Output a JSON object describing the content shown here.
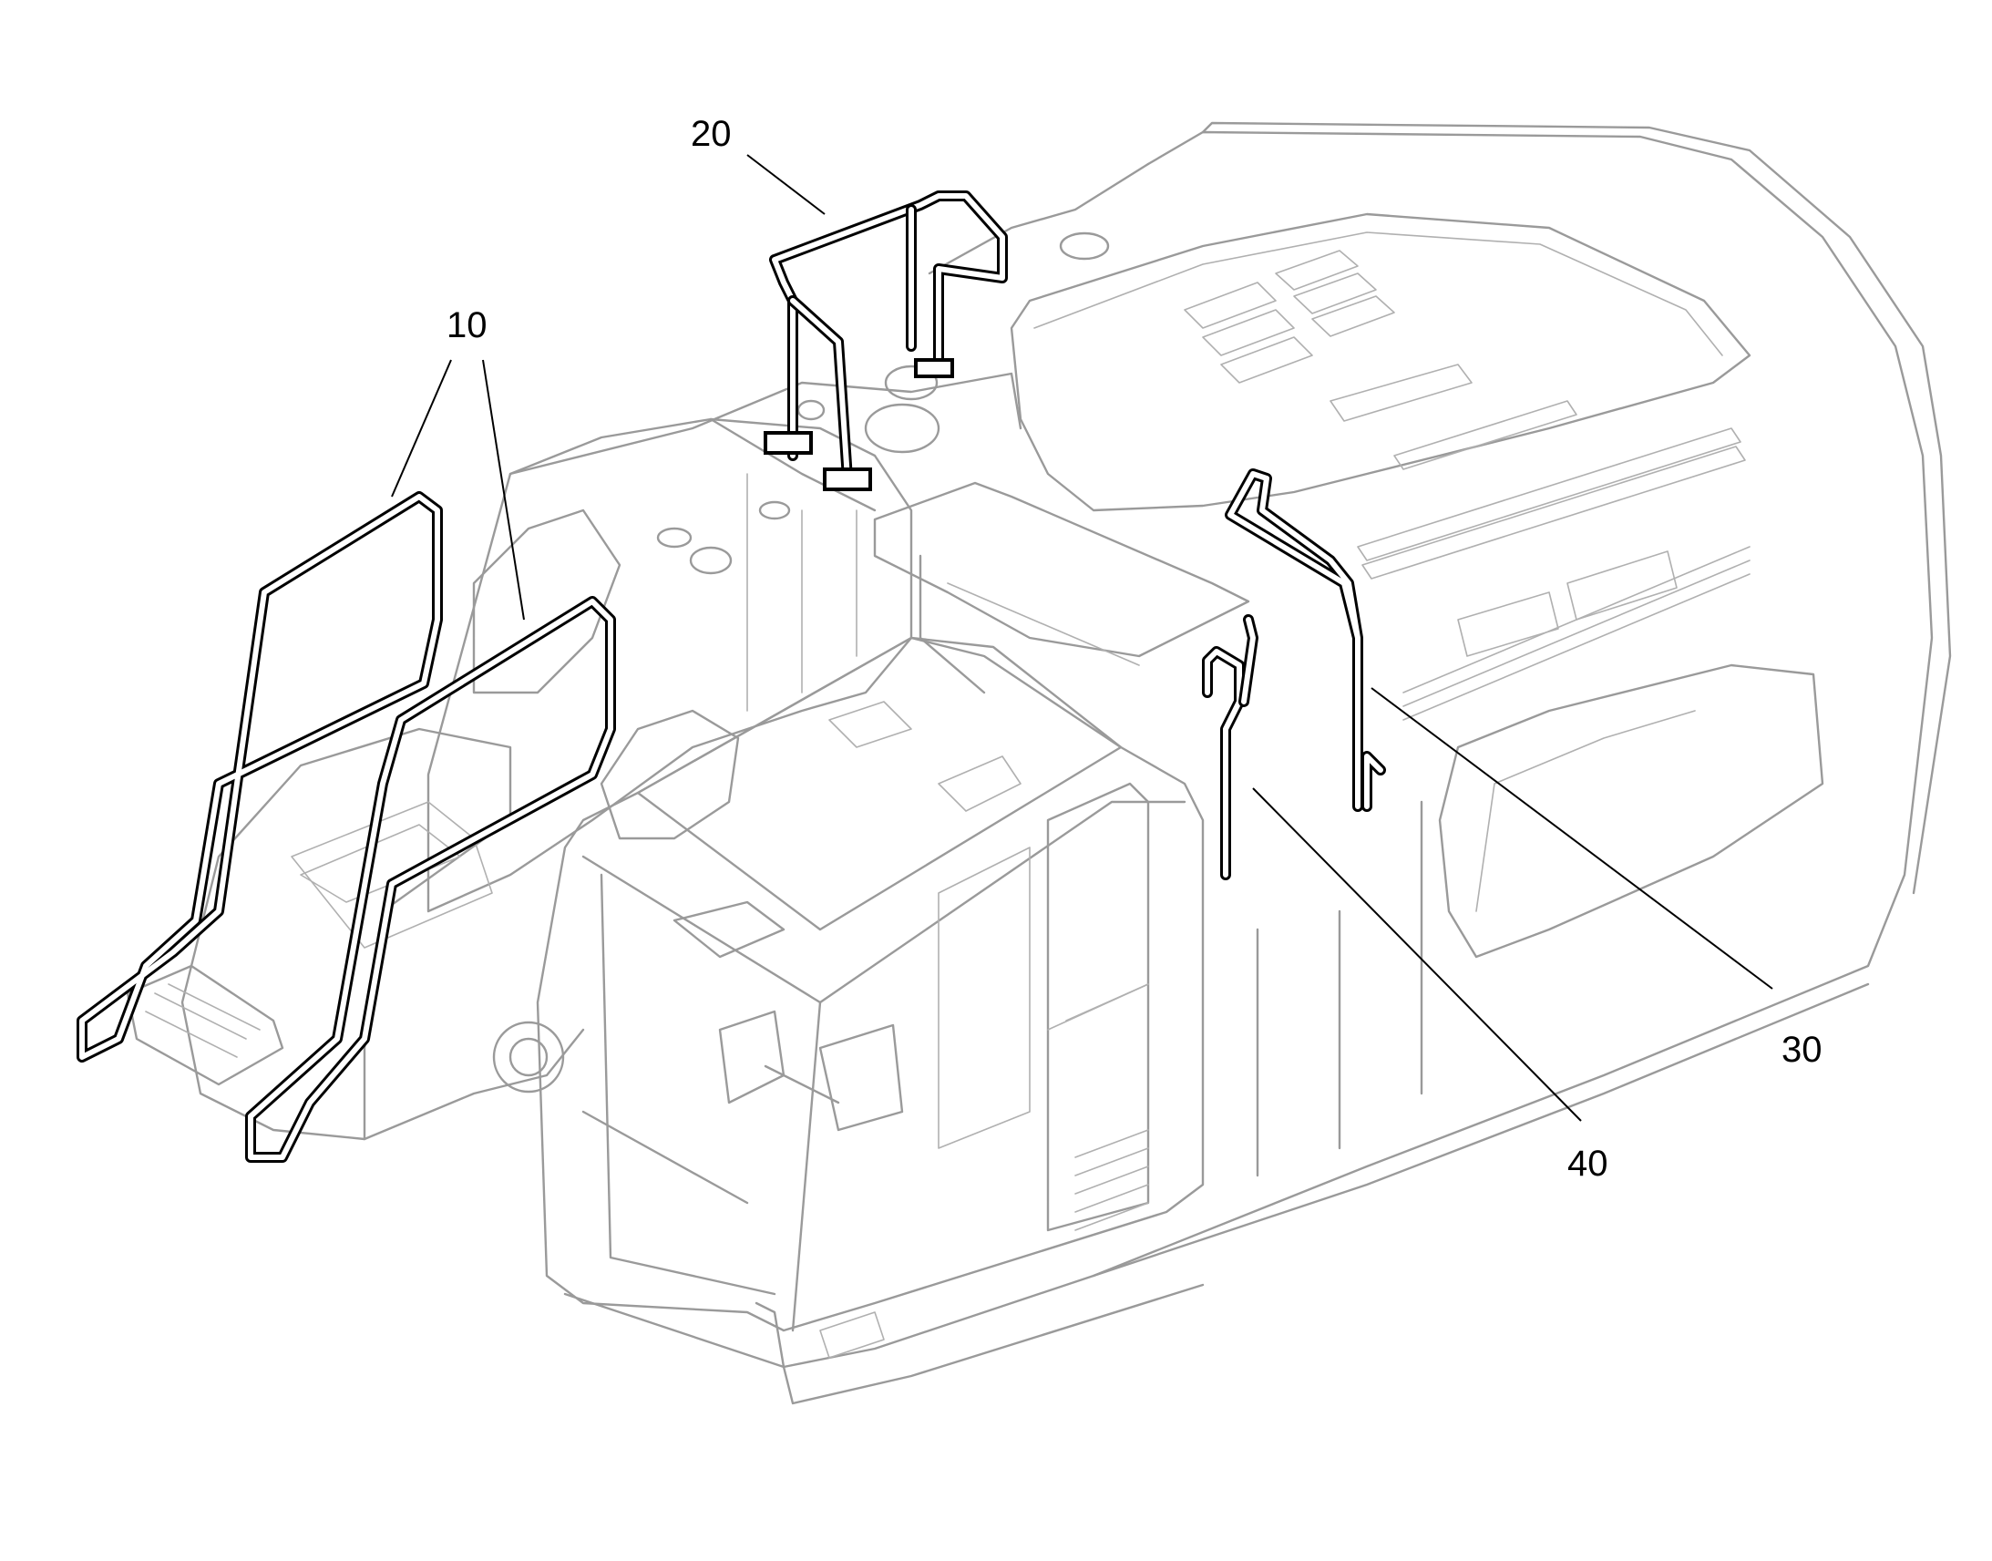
{
  "figure": {
    "labels": [
      {
        "id": "10",
        "text": "10"
      },
      {
        "id": "20",
        "text": "20"
      },
      {
        "id": "30",
        "text": "30"
      },
      {
        "id": "40",
        "text": "40"
      }
    ]
  }
}
